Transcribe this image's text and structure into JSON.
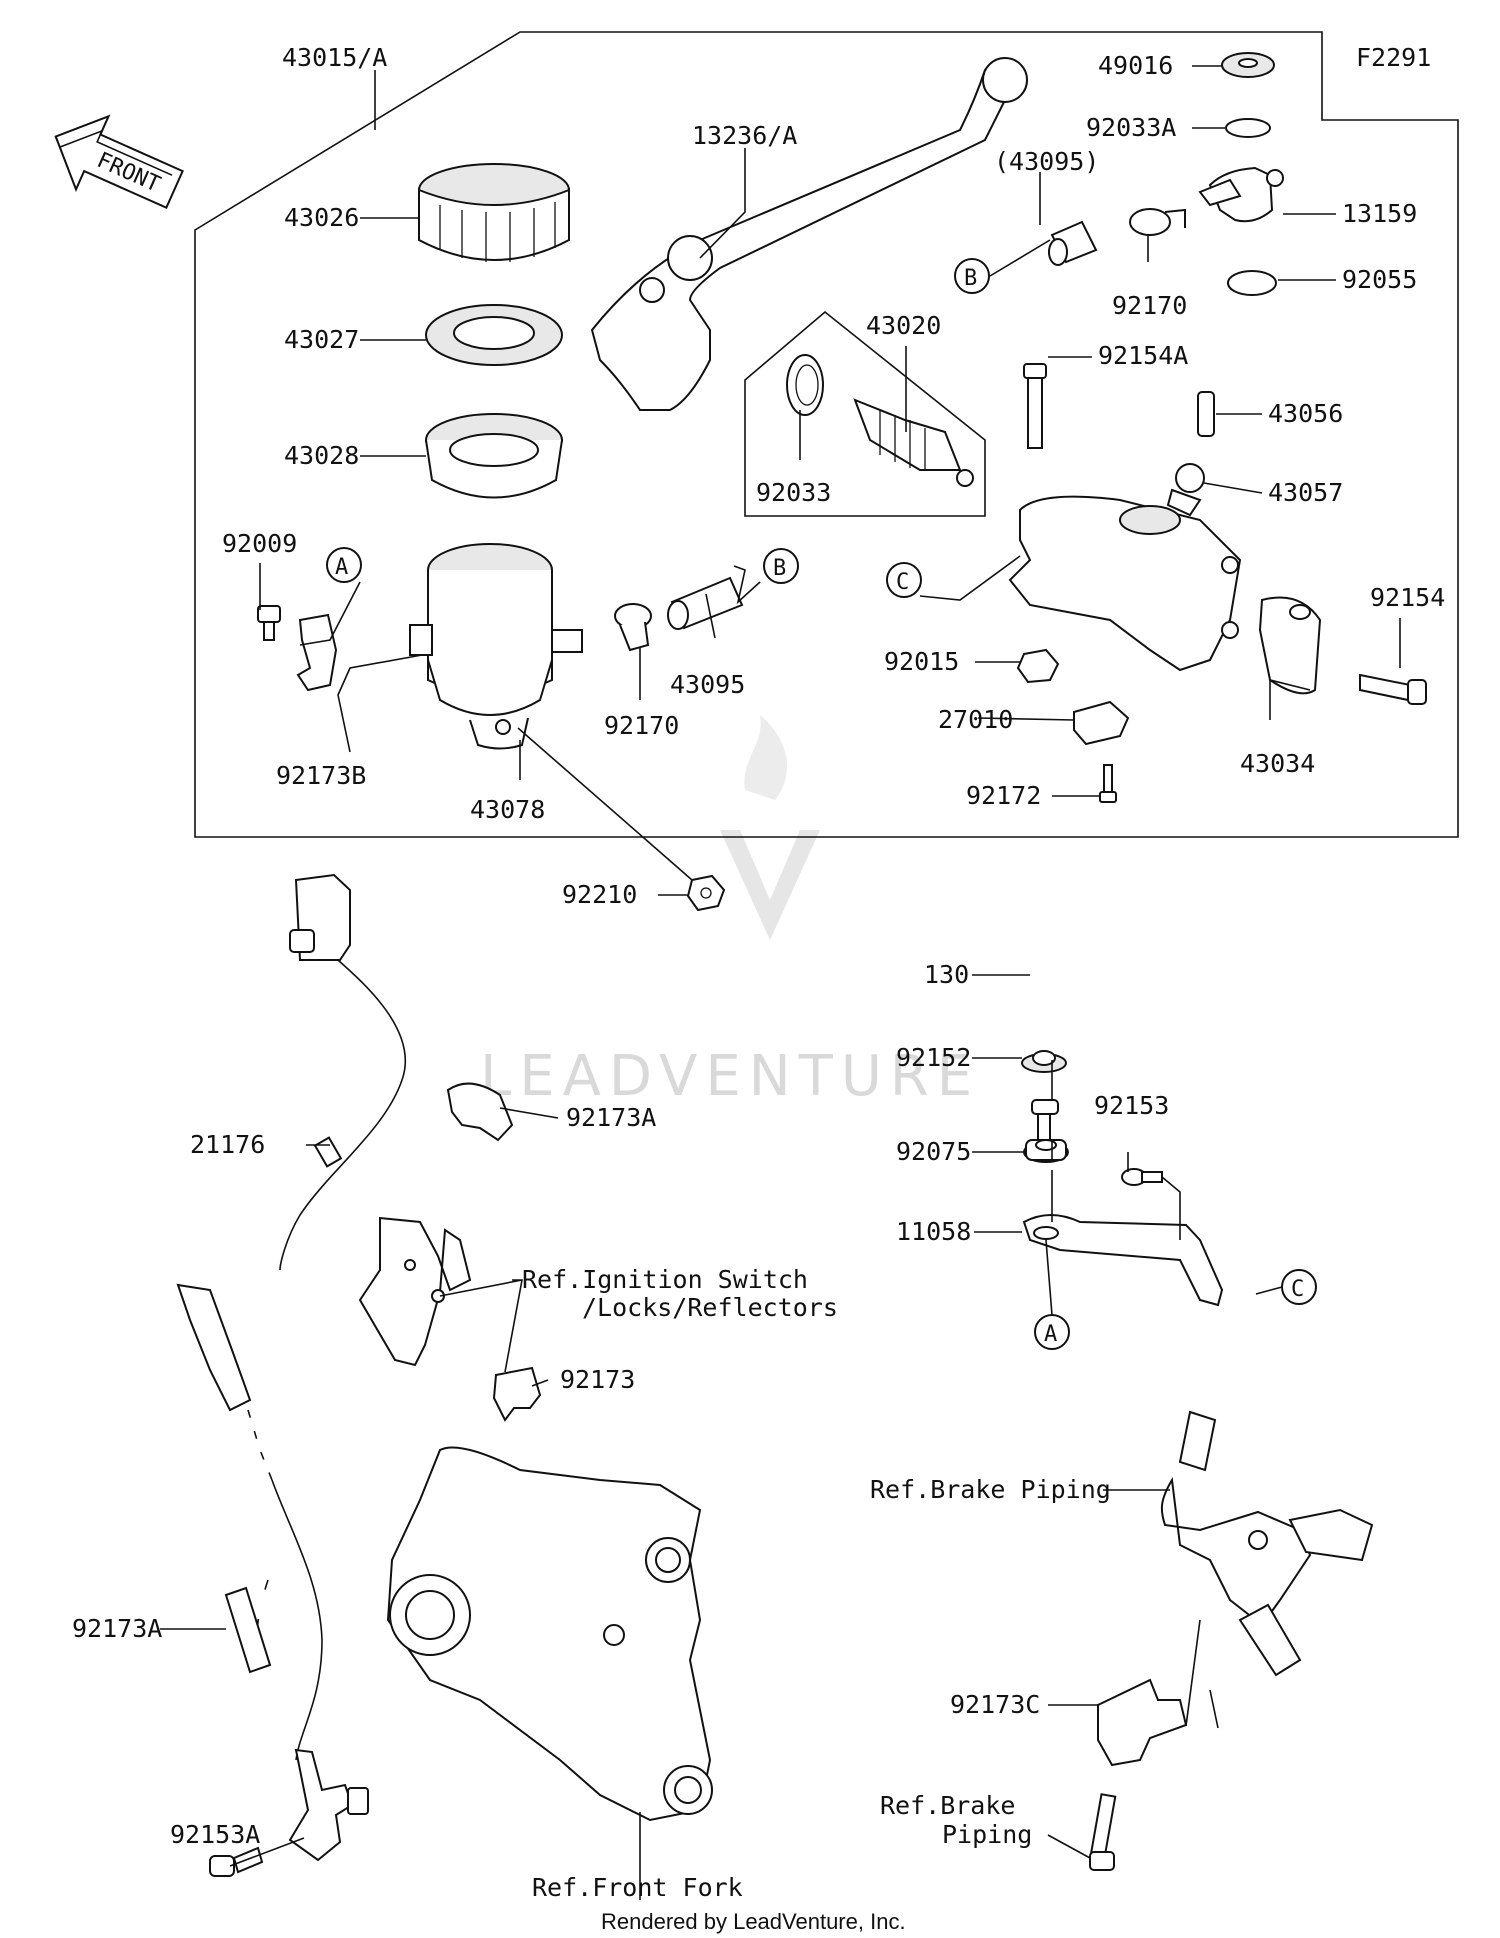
{
  "diagram_code": "F2291",
  "front_label": "FRONT",
  "watermark": "LEADVENTURE",
  "footer": "Rendered by LeadVenture, Inc.",
  "callouts": {
    "A": "A",
    "B": "B",
    "C": "C"
  },
  "labels": {
    "p43015A": "43015/A",
    "p13236A": "13236/A",
    "p49016": "49016",
    "p92033A": "92033A",
    "p43095_ref": "(43095)",
    "p13159": "13159",
    "p92055": "92055",
    "p92170_top": "92170",
    "p43026": "43026",
    "p43027": "43027",
    "p43028": "43028",
    "p43020": "43020",
    "p92154A": "92154A",
    "p43056": "43056",
    "p43057": "43057",
    "p92033": "92033",
    "p92009": "92009",
    "p92154": "92154",
    "p43095": "43095",
    "p92015": "92015",
    "p92173B": "92173B",
    "p92170": "92170",
    "p27010": "27010",
    "p43034": "43034",
    "p43078": "43078",
    "p92172": "92172",
    "p92210": "92210",
    "p130": "130",
    "p92152": "92152",
    "p21176": "21176",
    "p92173A_top": "92173A",
    "p92153": "92153",
    "p92075": "92075",
    "p11058": "11058",
    "ref_ignition_1": "Ref.Ignition Switch",
    "ref_ignition_2": "/Locks/Reflectors",
    "p92173": "92173",
    "ref_brake_piping_top": "Ref.Brake Piping",
    "p92173A_bottom": "92173A",
    "p92173C": "92173C",
    "ref_brake_1": "Ref.Brake",
    "ref_brake_2": "Piping",
    "p92153A": "92153A",
    "ref_front_fork": "Ref.Front Fork"
  }
}
